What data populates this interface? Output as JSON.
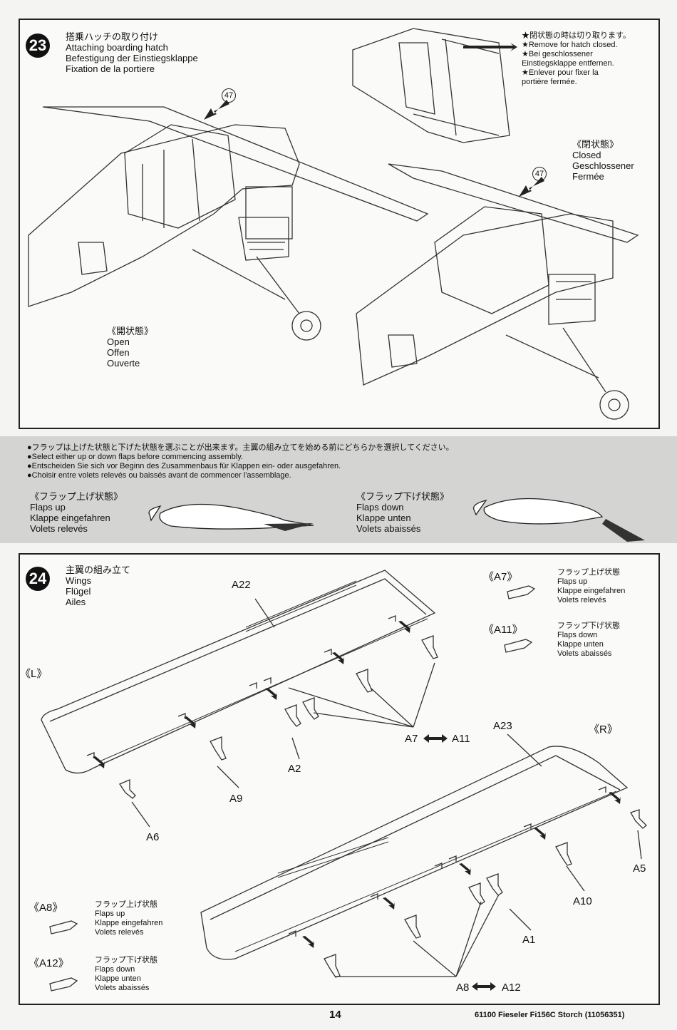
{
  "step23": {
    "number": "23",
    "title_ja": "搭乗ハッチの取り付け",
    "title_en": "Attaching boarding hatch",
    "title_de": "Befestigung der Einstiegsklappe",
    "title_fr": "Fixation de la portiere",
    "part_ref_left": "47",
    "part_ref_right": "47",
    "note_lines": [
      "★閉状態の時は切り取ります。",
      "★Remove for hatch closed.",
      "★Bei geschlossener",
      "Einstiegsklappe entfernen.",
      "★Enlever pour fixer la",
      "portière fermée."
    ],
    "open": [
      "《開状態》",
      "Open",
      "Offen",
      "Ouverte"
    ],
    "closed": [
      "《閉状態》",
      "Closed",
      "Geschlossener",
      "Fermée"
    ]
  },
  "flap_notes": {
    "lines": [
      "●フラップは上げた状態と下げた状態を選ぶことが出来ます。主翼の組み立てを始める前にどちらかを選択してください。",
      "●Select either up or down flaps before commencing assembly.",
      "●Entscheiden Sie sich vor Beginn des Zusammenbaus für Klappen ein- oder ausgefahren.",
      "●Choisir entre volets relevés ou baissés avant de commencer l'assemblage."
    ],
    "up": [
      "《フラップ上げ状態》",
      "Flaps up",
      "Klappe eingefahren",
      "Volets relevés"
    ],
    "down": [
      "《フラップ下げ状態》",
      "Flaps down",
      "Klappe unten",
      "Volets abaissés"
    ]
  },
  "step24": {
    "number": "24",
    "title_ja": "主翼の組み立て",
    "title_en": "Wings",
    "title_de": "Flügel",
    "title_fr": "Ailes",
    "side_left": "《L》",
    "side_right": "《R》",
    "part_labels": {
      "a22": "A22",
      "a23": "A23",
      "a2": "A2",
      "a9": "A9",
      "a6": "A6",
      "a7": "A7",
      "a11": "A11",
      "a1": "A1",
      "a10": "A10",
      "a5": "A5",
      "a8": "A8",
      "a12": "A12"
    },
    "legend_a7": [
      "《A7》",
      "フラップ上げ状態",
      "Flaps up",
      "Klappe eingefahren",
      "Volets relevés"
    ],
    "legend_a11": [
      "《A11》",
      "フラップ下げ状態",
      "Flaps down",
      "Klappe unten",
      "Volets abaissés"
    ],
    "legend_a8": [
      "《A8》",
      "フラップ上げ状態",
      "Flaps up",
      "Klappe eingefahren",
      "Volets relevés"
    ],
    "legend_a12": [
      "《A12》",
      "フラップ下げ状態",
      "Flaps down",
      "Klappe unten",
      "Volets abaissés"
    ]
  },
  "footer": {
    "page_number": "14",
    "product": "61100  Fieseler Fi156C Storch (11056351)"
  }
}
